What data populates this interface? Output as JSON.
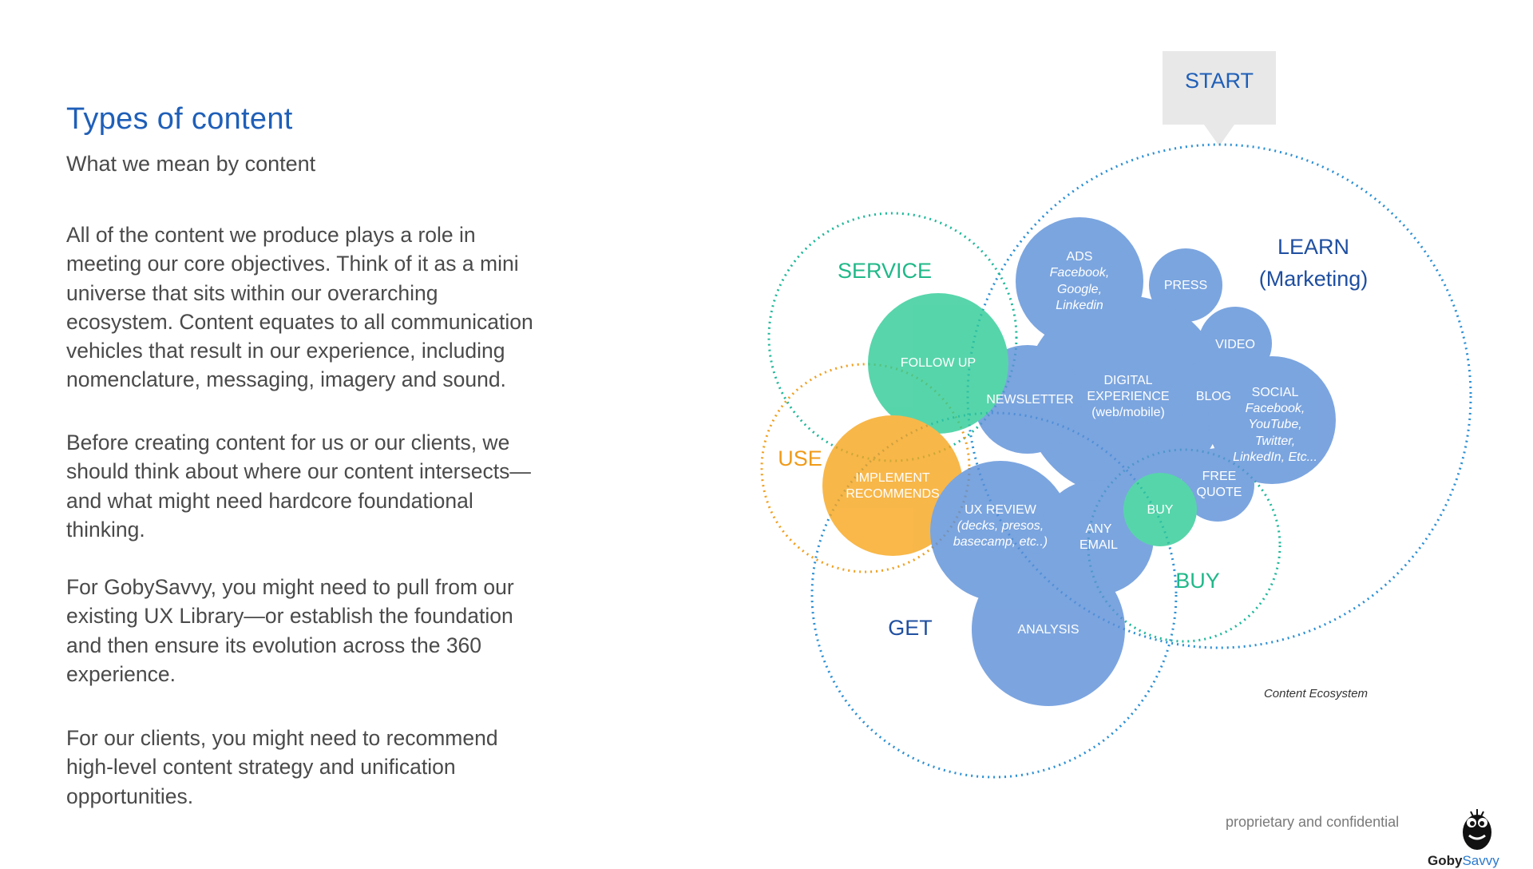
{
  "header": {
    "title": "Types of content",
    "subtitle": "What we mean by content"
  },
  "body": {
    "p1": "All of the content we produce plays a role in meeting our core objectives. Think of it as a mini universe that sits within our overarching ecosystem. Content equates to all communication vehicles that result in our experience, including nomenclature, messaging, imagery and sound.",
    "p2": "Before creating content for us or our clients, we should think about where our content intersects—and what might need hardcore foundational thinking.",
    "p3": "For GobySavvy, you might need to pull from our existing UX Library—or establish the foundation and then ensure its evolution across the 360 experience.",
    "p4": "For our clients, you might need to recommend high-level content strategy and unification opportunities."
  },
  "diagram": {
    "start_label": "START",
    "caption": "Content Ecosystem",
    "colors": {
      "blue": "#5b8fd8",
      "green": "#2ecb96",
      "orange": "#f7a61c",
      "dark_blue_text": "#1f4fa0",
      "green_text": "#20b888",
      "orange_text": "#f09a18",
      "learn_ring": "#2a8fd4",
      "service_ring": "#1fb89a",
      "use_ring": "#f0a020"
    },
    "regions": {
      "service": "SERVICE",
      "use": "USE",
      "get": "GET",
      "buy": "BUY",
      "learn_line1": "LEARN",
      "learn_line2": "(Marketing)"
    },
    "bubbles": {
      "ads": [
        "ADS",
        "Facebook,",
        "Google,",
        "Linkedin"
      ],
      "press": [
        "PRESS"
      ],
      "video": [
        "VIDEO"
      ],
      "follow_up": [
        "FOLLOW UP"
      ],
      "newsletter": [
        "NEWSLETTER"
      ],
      "digital_experience": [
        "DIGITAL",
        "EXPERIENCE",
        "(web/mobile)"
      ],
      "blog": [
        "BLOG"
      ],
      "social": [
        "SOCIAL",
        "Facebook,",
        "YouTube,",
        "Twitter,",
        "LinkedIn, Etc..."
      ],
      "implement": [
        "IMPLEMENT",
        "RECOMMENDS"
      ],
      "ux_review": [
        "UX REVIEW",
        "(decks, presos,",
        "basecamp, etc..)"
      ],
      "any_email": [
        "ANY",
        "EMAIL"
      ],
      "buy": [
        "BUY"
      ],
      "free_quote": [
        "FREE",
        "QUOTE"
      ],
      "analysis": [
        "ANALYSIS"
      ]
    }
  },
  "footer": {
    "confidential": "proprietary and confidential",
    "logo_name": "Goby",
    "logo_accent": "Savvy"
  }
}
